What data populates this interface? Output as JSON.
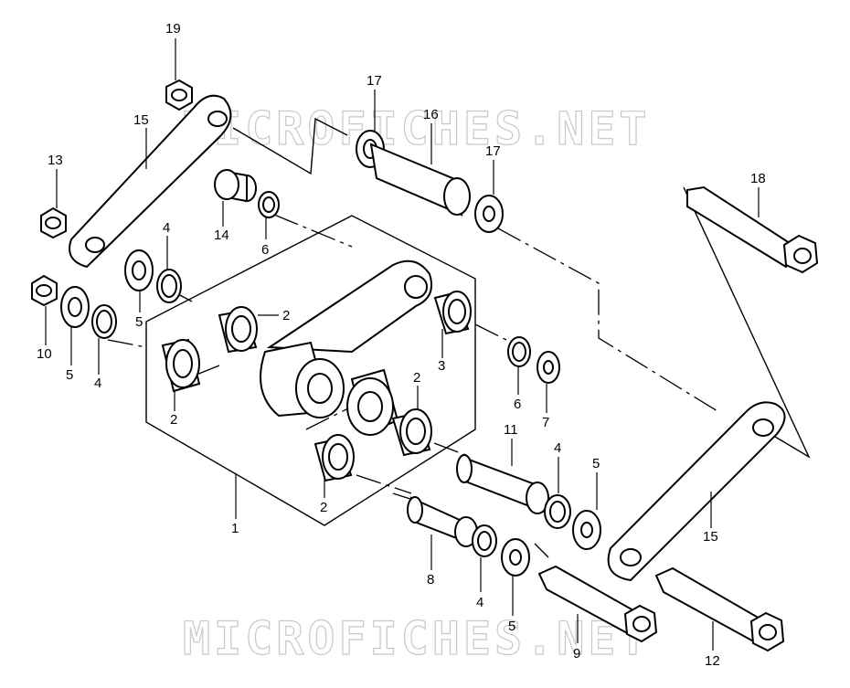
{
  "watermark": "MICROFICHES.NET",
  "callouts": {
    "c1": "1",
    "c2a": "2",
    "c2b": "2",
    "c2c": "2",
    "c2d": "2",
    "c3": "3",
    "c4a": "4",
    "c4b": "4",
    "c4c": "4",
    "c4d": "4",
    "c5a": "5",
    "c5b": "5",
    "c5c": "5",
    "c5d": "5",
    "c6a": "6",
    "c6b": "6",
    "c7": "7",
    "c8": "8",
    "c9": "9",
    "c10": "10",
    "c11": "11",
    "c12": "12",
    "c13": "13",
    "c14": "14",
    "c15a": "15",
    "c15b": "15",
    "c16": "16",
    "c17a": "17",
    "c17b": "17",
    "c18": "18",
    "c19": "19"
  }
}
